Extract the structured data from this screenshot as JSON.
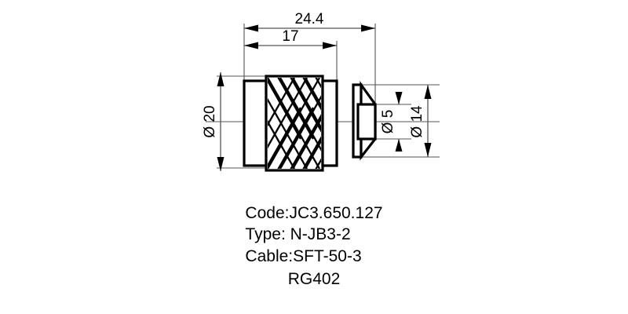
{
  "drawing": {
    "title": "N-type RF coaxial connector outline drawing",
    "background_color": "#ffffff",
    "line_color": "#000000",
    "thin_line_color": "#555555",
    "dimensions": {
      "overall_length": {
        "label": "24.4",
        "name": "overall-length-dimension",
        "orientation": "horizontal"
      },
      "body_length": {
        "label": "17",
        "name": "body-length-dimension",
        "orientation": "horizontal"
      },
      "nut_diameter": {
        "label": "Ø 20",
        "name": "nut-diameter-dimension",
        "orientation": "vertical-rotated"
      },
      "pin_diameter": {
        "label": "Ø 5",
        "name": "pin-diameter-dimension",
        "orientation": "vertical-rotated"
      },
      "flange_diameter": {
        "label": "Ø 14",
        "name": "flange-diameter-dimension",
        "orientation": "vertical-rotated"
      }
    },
    "specs": {
      "line1": "Code:JC3.650.127",
      "line2": "Type: N-JB3-2",
      "line3": "Cable:SFT-50-3",
      "line4": "RG402"
    }
  }
}
